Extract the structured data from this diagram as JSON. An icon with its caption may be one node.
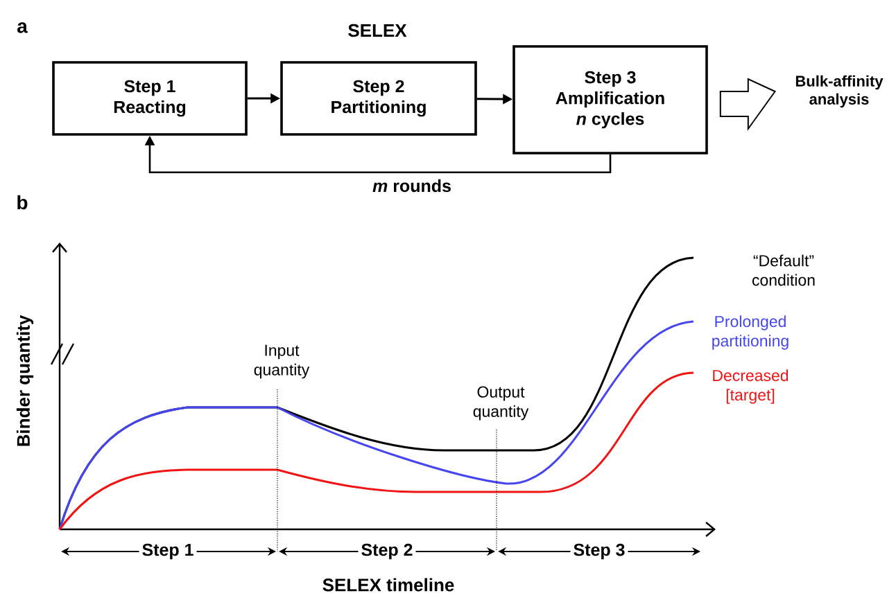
{
  "diagram": {
    "nodes": [
      {
        "text": [
          "Step 1",
          "Reacting"
        ]
      },
      {
        "text": [
          "Step 2",
          "Partitioning"
        ]
      },
      {
        "text": [
          "Step 3",
          "Amplification",
          "*n* cycles"
        ]
      },
      {
        "text": [
          "Bulk-affinity analysis"
        ]
      }
    ],
    "edges": [
      {
        "from": 0,
        "to": 1,
        "arrow": "to"
      },
      {
        "from": 1,
        "to": 2,
        "arrow": "to"
      },
      {
        "from": 2,
        "to": 3,
        "arrow": "to",
        "style": "thick"
      },
      {
        "from": 2,
        "to": 0,
        "arrow": "to",
        "label": "*m* rounds"
      }
    ],
    "labels": [
      "a",
      "SELEX",
      "b",
      "Binder quantity",
      "Input quantity",
      "Output quantity",
      "“Default” condition",
      "Prolonged partitioning",
      "Decreased [target]",
      "Step 1",
      "Step 2",
      "Step 3",
      "SELEX timeline"
    ]
  }
}
